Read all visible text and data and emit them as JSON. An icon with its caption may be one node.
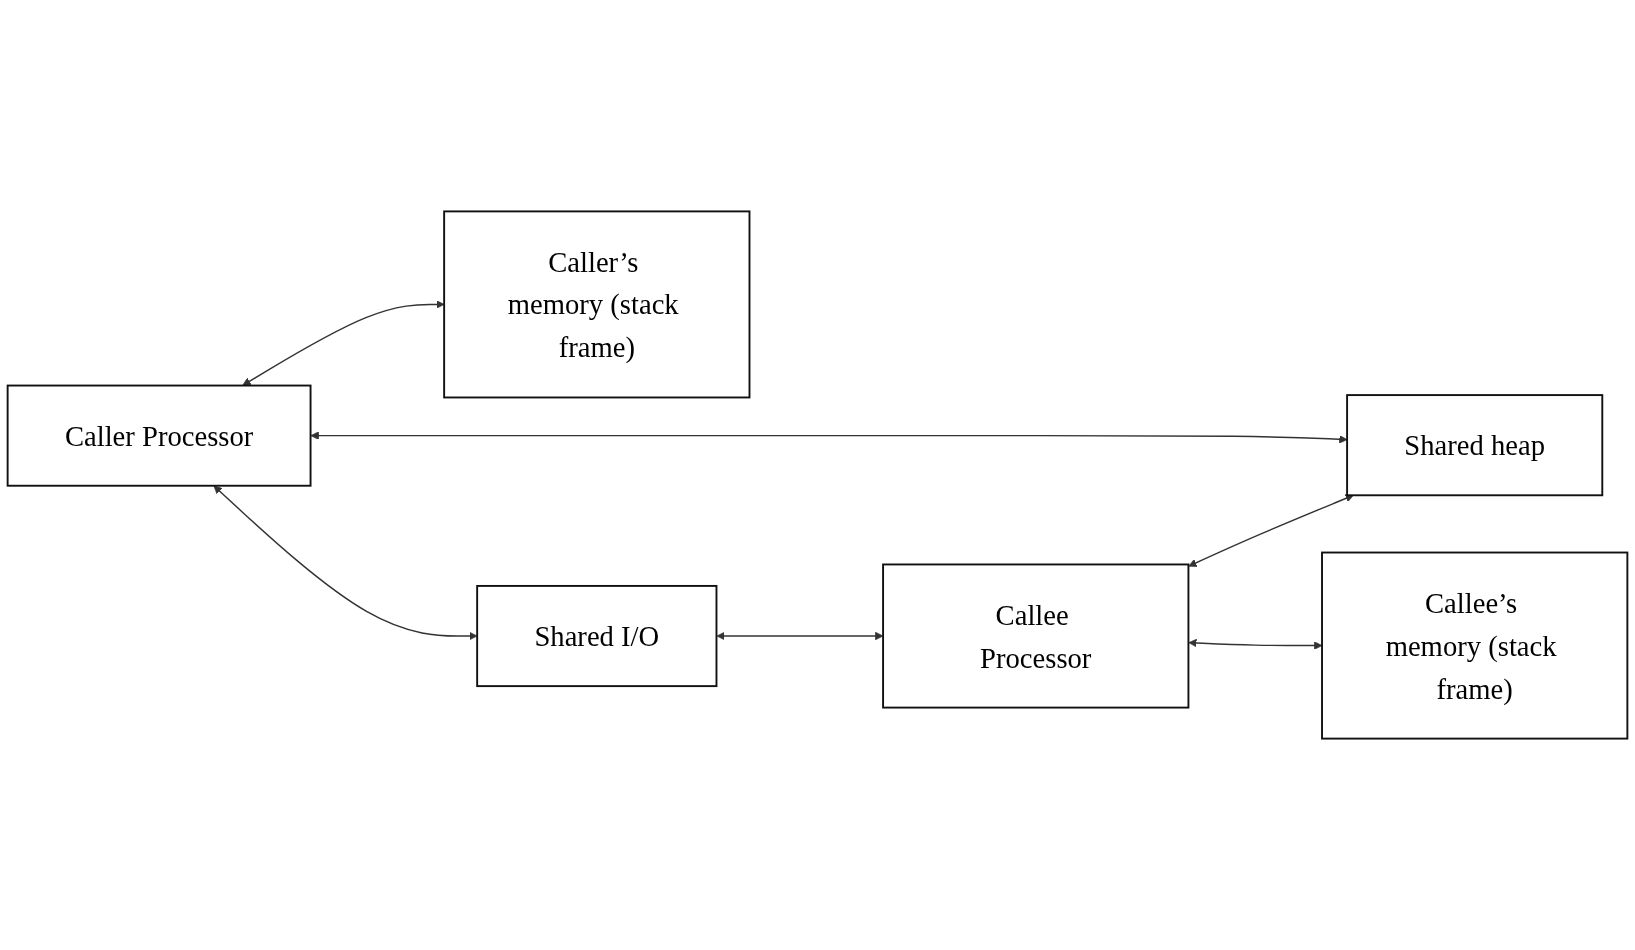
{
  "diagram": {
    "nodes": [
      {
        "text": [
          "Caller Processor"
        ]
      },
      {
        "text": [
          "Caller’s memory (stack frame)"
        ]
      },
      {
        "text": [
          "Shared I/O"
        ]
      },
      {
        "text": [
          "Shared heap"
        ]
      },
      {
        "text": [
          "Callee Processor"
        ]
      },
      {
        "text": [
          "Callee’s memory (stack frame)"
        ]
      }
    ],
    "edges": [
      {
        "from": 0,
        "to": 1,
        "arrow": "both"
      },
      {
        "from": 0,
        "to": 3,
        "arrow": "both"
      },
      {
        "from": 0,
        "to": 2,
        "arrow": "both"
      },
      {
        "from": 2,
        "to": 4,
        "arrow": "both"
      },
      {
        "from": 4,
        "to": 3,
        "arrow": "both"
      },
      {
        "from": 4,
        "to": 5,
        "arrow": "both"
      }
    ]
  }
}
